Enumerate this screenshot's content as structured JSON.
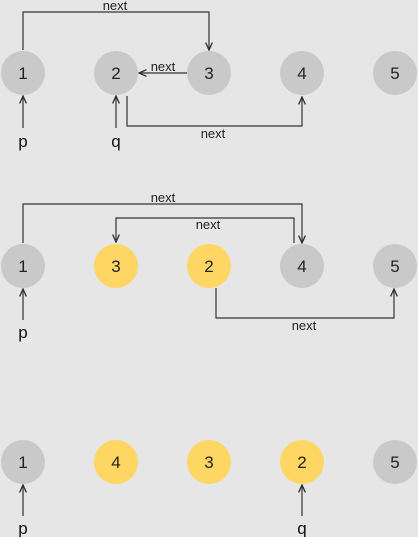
{
  "colors": {
    "background": "#e6e6e6",
    "node_gray": "#c9c9c9",
    "node_highlight": "#fdd664",
    "line": "#333333"
  },
  "edge_label": "next",
  "pointer_p": "p",
  "pointer_q": "q",
  "diagrams": [
    {
      "nodes": [
        {
          "label": "1",
          "highlight": false
        },
        {
          "label": "2",
          "highlight": false
        },
        {
          "label": "3",
          "highlight": false
        },
        {
          "label": "4",
          "highlight": false
        },
        {
          "label": "5",
          "highlight": false
        }
      ],
      "edges": [
        {
          "label": "next",
          "from": "1",
          "to": "3"
        },
        {
          "label": "next",
          "from": "3",
          "to": "2"
        },
        {
          "label": "next",
          "from": "2",
          "to": "4"
        }
      ],
      "pointers": [
        {
          "label": "p",
          "node": "1"
        },
        {
          "label": "q",
          "node": "2"
        }
      ]
    },
    {
      "nodes": [
        {
          "label": "1",
          "highlight": false
        },
        {
          "label": "3",
          "highlight": true
        },
        {
          "label": "2",
          "highlight": true
        },
        {
          "label": "4",
          "highlight": false
        },
        {
          "label": "5",
          "highlight": false
        }
      ],
      "edges": [
        {
          "label": "next",
          "from": "1",
          "to": "4"
        },
        {
          "label": "next",
          "from": "4",
          "to": "3"
        },
        {
          "label": "next",
          "from": "2",
          "to": "5"
        }
      ],
      "pointers": [
        {
          "label": "p",
          "node": "1"
        }
      ]
    },
    {
      "nodes": [
        {
          "label": "1",
          "highlight": false
        },
        {
          "label": "4",
          "highlight": true
        },
        {
          "label": "3",
          "highlight": true
        },
        {
          "label": "2",
          "highlight": true
        },
        {
          "label": "5",
          "highlight": false
        }
      ],
      "edges": [],
      "pointers": [
        {
          "label": "p",
          "node": "1"
        },
        {
          "label": "q",
          "node": "2"
        }
      ]
    }
  ]
}
